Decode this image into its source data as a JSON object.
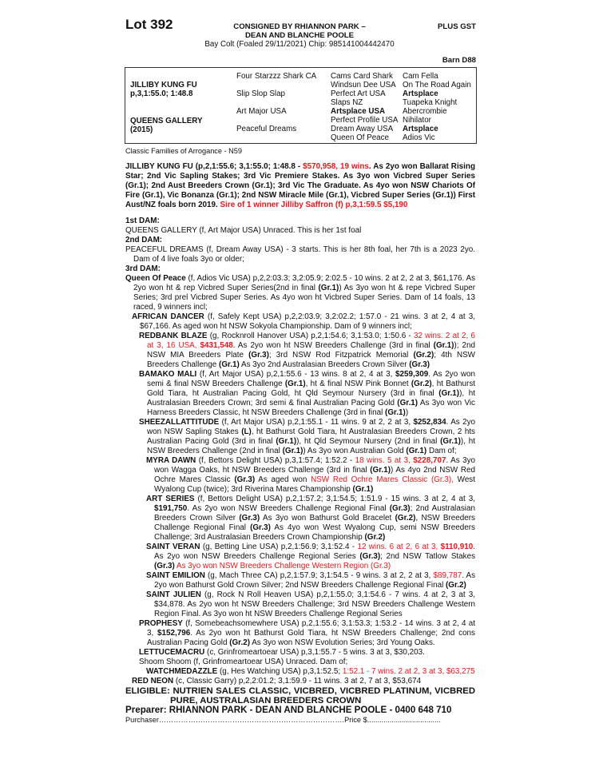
{
  "header": {
    "lot": "Lot 392",
    "consignor_line1": "CONSIGNED BY RHIANNON PARK –",
    "consignor_line2": "DEAN AND BLANCHE POOLE",
    "gst": "PLUS GST",
    "description": "Bay Colt (Foaled 29/11/2021) Chip: 985141004442470",
    "barn": "Barn D88"
  },
  "pedigree": {
    "sire": "JILLIBY KUNG FU",
    "sire_record": "p,3,1:55.0; 1:48.8",
    "dam": "QUEENS GALLERY",
    "dam_year": "(2015)",
    "gen2": [
      "Four Starzzz Shark CA",
      "Slip Slop Slap",
      "Art Major USA",
      "Peaceful Dreams"
    ],
    "gen3": [
      "Cams Card Shark",
      "Windsun Dee USA",
      "Perfect Art USA",
      "Slaps NZ",
      "Artsplace USA",
      "Perfect Profile USA",
      "Dream Away USA",
      "Queen Of Peace"
    ],
    "gen4": [
      "Cam Fella",
      "On The Road Again",
      "Artsplace",
      "Tuapeka Knight",
      "Abercrombie",
      "Nihilator",
      "Artsplace",
      "Adios Vic"
    ]
  },
  "family": "Classic Families of Arrogance - N59",
  "sire_para": [
    {
      "t": "JILLIBY KUNG FU (p,2,1:55.6; 3,1:55.0; 1:48.8 - ",
      "s": "b"
    },
    {
      "t": "$570,958, 19 wins",
      "s": "rb"
    },
    {
      "t": ". As 2yo won Ballarat Rising Star; 2nd Vic Sapling Stakes; 3rd Vic Premiere Stakes. As 3yo won Vicbred Super Series (Gr.1); 2nd Aust Breeders Crown (Gr.1); 3rd Vic The Graduate. As 4yo won NSW Chariots Of Fire (Gr.1), Vic Bonanza (Gr.1); 2nd NSW Miracle Mile (Gr.1), Vicbred Super Series (Gr.1)) First Aust/NZ foals born 2019. ",
      "s": "b"
    },
    {
      "t": "Sire of 1 winner Jilliby Saffron (f) p,3,1:59.5 $5,190",
      "s": "rb"
    }
  ],
  "dam1": {
    "heading": "1st DAM:",
    "text": " QUEENS GALLERY (f, Art Major USA) Unraced. This is her 1st foal"
  },
  "dam2": {
    "heading": "2nd DAM:",
    "text": " PEACEFUL DREAMS (f, Dream Away USA) - 3 starts. This is her 8th foal, her 7th is a 2023 2yo. Dam of 4 live foals 3yo or older;"
  },
  "dam3": {
    "heading": "3rd DAM:",
    "entries": [
      {
        "level": 0,
        "segs": [
          {
            "t": "Queen Of Peace",
            "s": "b"
          },
          {
            "t": " (f, Adios Vic USA) p,2,2:03.3; 3,2:05.9; 2:02.5 - 10 wins. 2 at 2, 2 at 3, $61,176. As 2yo won ht & rep Vicbred Super Series(2nd in final ",
            "s": ""
          },
          {
            "t": "(Gr.1)",
            "s": "b"
          },
          {
            "t": ") As 3yo won ht & repe Vicbred Super Series; 3rd prel Vicbred Super Series. As 4yo won ht Vicbred Super Series. Dam of 14 foals, 13 raced, 9 winners incl;",
            "s": ""
          }
        ]
      },
      {
        "level": 1,
        "segs": [
          {
            "t": "AFRICAN DANCER",
            "s": "b"
          },
          {
            "t": " (f, Safely Kept USA) p,2,2:03.9; 3,2:02.2; 1:57.0 - 21 wins. 3 at 2, 4 at 3, $67,166. As aged won ht NSW Sokyola Championship. Dam of 9 winners incl;",
            "s": ""
          }
        ]
      },
      {
        "level": 2,
        "segs": [
          {
            "t": "REDBANK BLAZE",
            "s": "b"
          },
          {
            "t": " (g, Rocknroll Hanover USA) p,2,1:54.6; 3,1:53.0; 1:50.6 - ",
            "s": ""
          },
          {
            "t": "32 wins. 2 at 2, 6 at 3, 16 USA, ",
            "s": "r"
          },
          {
            "t": "$431,548",
            "s": "rb"
          },
          {
            "t": ". As 2yo won ht NSW Breeders Challenge (3rd in final ",
            "s": ""
          },
          {
            "t": "(Gr.1)",
            "s": "b"
          },
          {
            "t": "); 2nd NSW MIA Breeders Plate ",
            "s": ""
          },
          {
            "t": "(Gr.3)",
            "s": "b"
          },
          {
            "t": "; 3rd NSW Rod Fitzpatrick Memorial ",
            "s": ""
          },
          {
            "t": "(Gr.2)",
            "s": "b"
          },
          {
            "t": "; 4th NSW Breeders Challenge ",
            "s": ""
          },
          {
            "t": "(Gr.1)",
            "s": "b"
          },
          {
            "t": " As 3yo 2nd Australasian Breeders Crown Silver ",
            "s": ""
          },
          {
            "t": "(Gr.3)",
            "s": "b"
          }
        ]
      },
      {
        "level": 2,
        "segs": [
          {
            "t": "BAMAKO MALI",
            "s": "b"
          },
          {
            "t": " (f, Art Major USA) p,2,1:55.6 - 13 wins. 8 at 2, 4 at 3, ",
            "s": ""
          },
          {
            "t": "$259,309",
            "s": "b"
          },
          {
            "t": ". As 2yo won semi & final NSW Breeders Challenge ",
            "s": ""
          },
          {
            "t": "(Gr.1)",
            "s": "b"
          },
          {
            "t": ", ht & final NSW Pink Bonnet ",
            "s": ""
          },
          {
            "t": "(Gr.2)",
            "s": "b"
          },
          {
            "t": ", ht Bathurst Gold Tiara, ht Australian Pacing Gold, ht Qld Seymour Nursery (3rd in final ",
            "s": ""
          },
          {
            "t": "(Gr.1)",
            "s": "b"
          },
          {
            "t": "), ht Australasian Breeders Crown; 3rd semi & final Australian Pacing Gold ",
            "s": ""
          },
          {
            "t": "(Gr.1)",
            "s": "b"
          },
          {
            "t": " As 3yo won Vic Harness Breeders Classic, ht NSW Breeders Challenge (3rd in final ",
            "s": ""
          },
          {
            "t": "(Gr.1)",
            "s": "b"
          },
          {
            "t": ")",
            "s": ""
          }
        ]
      },
      {
        "level": 2,
        "segs": [
          {
            "t": "SHEEZALLATTITUDE",
            "s": "b"
          },
          {
            "t": " (f, Art Major USA) p,2,1:55.1 - 11 wins. 9 at 2, 2 at 3, ",
            "s": ""
          },
          {
            "t": "$252,834",
            "s": "b"
          },
          {
            "t": ". As 2yo won NSW Sapling Stakes ",
            "s": ""
          },
          {
            "t": "(L)",
            "s": "b"
          },
          {
            "t": ", ht Bathurst Gold Tiara, ht Australasian Breeders Crown, 2 hts Australian Pacing Gold (3rd in final ",
            "s": ""
          },
          {
            "t": "(Gr.1)",
            "s": "b"
          },
          {
            "t": "), ht Qld Seymour Nursery (2nd in final ",
            "s": ""
          },
          {
            "t": "(Gr.1)",
            "s": "b"
          },
          {
            "t": "), ht NSW Breeders Challenge (2nd in final ",
            "s": ""
          },
          {
            "t": "(Gr.1)",
            "s": "b"
          },
          {
            "t": ") As 3yo won Australian Gold ",
            "s": ""
          },
          {
            "t": "(Gr.1)",
            "s": "b"
          },
          {
            "t": " Dam of;",
            "s": ""
          }
        ]
      },
      {
        "level": 3,
        "segs": [
          {
            "t": "MYRA DAWN",
            "s": "b"
          },
          {
            "t": " (f, Bettors Delight USA) p,3,1:57.4; 1:52.2 - ",
            "s": ""
          },
          {
            "t": "18 wins. 5 at 3, ",
            "s": "r"
          },
          {
            "t": "$228,707",
            "s": "rb"
          },
          {
            "t": ". As 3yo won Wagga Oaks, ht NSW Breeders Challenge (3rd in final ",
            "s": ""
          },
          {
            "t": "(Gr.1)",
            "s": "b"
          },
          {
            "t": ") As 4yo 2nd NSW Red Ochre Mares Classic ",
            "s": ""
          },
          {
            "t": "(Gr.3)",
            "s": "b"
          },
          {
            "t": " As aged won ",
            "s": ""
          },
          {
            "t": "NSW Red Ochre Mares Classic (Gr.3),",
            "s": "r"
          },
          {
            "t": " West Wyalong Cup (twice); 3rd Riverina Mares Championship ",
            "s": ""
          },
          {
            "t": "(Gr.1)",
            "s": "b"
          }
        ]
      },
      {
        "level": 3,
        "segs": [
          {
            "t": "ART SERIES",
            "s": "b"
          },
          {
            "t": " (f, Bettors Delight USA) p,2,1:57.2; 3,1:54.5; 1:51.9 - 15 wins. 3 at 2, 4 at 3, ",
            "s": ""
          },
          {
            "t": "$191,750",
            "s": "b"
          },
          {
            "t": ". As 2yo won NSW Breeders Challenge Regional Final ",
            "s": ""
          },
          {
            "t": "(Gr.3)",
            "s": "b"
          },
          {
            "t": "; 2nd Australasian Breeders Crown Silver ",
            "s": ""
          },
          {
            "t": "(Gr.3)",
            "s": "b"
          },
          {
            "t": " As 3yo won Bathurst Gold Bracelet ",
            "s": ""
          },
          {
            "t": "(Gr.2)",
            "s": "b"
          },
          {
            "t": ", NSW Breeders Challenge Regional Final ",
            "s": ""
          },
          {
            "t": "(Gr.3)",
            "s": "b"
          },
          {
            "t": " As 4yo won West Wyalong Cup, semi NSW Breeders Challenge; 3rd Australasian Breeders Crown Championship ",
            "s": ""
          },
          {
            "t": "(Gr.2)",
            "s": "b"
          }
        ]
      },
      {
        "level": 3,
        "segs": [
          {
            "t": "SAINT VERAN",
            "s": "b"
          },
          {
            "t": " (g, Betting Line USA) p,2,1:56.9; 3,1:52.4 - ",
            "s": ""
          },
          {
            "t": "12 wins. 6 at 2, 6 at 3, ",
            "s": "r"
          },
          {
            "t": "$110,910",
            "s": "rb"
          },
          {
            "t": ". As 2yo won NSW Breeders Challenge Regional Series ",
            "s": ""
          },
          {
            "t": "(Gr.3)",
            "s": "b"
          },
          {
            "t": "; 2nd NSW Tatlow Stakes ",
            "s": ""
          },
          {
            "t": "(Gr.3)",
            "s": "b"
          },
          {
            "t": " ",
            "s": ""
          },
          {
            "t": "As 3yo won NSW Breeders Challenge Western Region (Gr.3)",
            "s": "r"
          }
        ]
      },
      {
        "level": 3,
        "segs": [
          {
            "t": "SAINT EMILION",
            "s": "b"
          },
          {
            "t": " (g, Mach Three CA) p,2,1:57.9; 3,1:54.5 - 9 wins. 3 at 2, 2 at 3, ",
            "s": ""
          },
          {
            "t": "$89,787",
            "s": "r"
          },
          {
            "t": ". As 2yo won Bathurst Gold Crown Silver; 2nd NSW Breeders Challenge Regional Final ",
            "s": ""
          },
          {
            "t": "(Gr.2)",
            "s": "b"
          }
        ]
      },
      {
        "level": 3,
        "segs": [
          {
            "t": "SAINT JULIEN",
            "s": "b"
          },
          {
            "t": " (g, Rock N Roll Heaven USA) p,2,1:55.0; 3,1:54.6 - 7 wins. 4 at 2, 3 at 3, $34,878. As 2yo won ht NSW Breeders Challenge; 3rd NSW Breeders Challenge Western Region Final. As 3yo won ht NSW Breeders Challenge Regional Series",
            "s": ""
          }
        ]
      },
      {
        "level": 2,
        "segs": [
          {
            "t": "PROPHESY",
            "s": "b"
          },
          {
            "t": " (f, Somebeachsomewhere USA) p,2,1:55.6; 3,1:53.3; 1:53.2 - 14 wins. 3 at 2, 4 at 3, ",
            "s": ""
          },
          {
            "t": "$152,796",
            "s": "b"
          },
          {
            "t": ". As 2yo won ht Bathurst Gold Tiara, ht NSW Breeders Challenge; 2nd cons Australian Pacing Gold ",
            "s": ""
          },
          {
            "t": "(Gr.2)",
            "s": "b"
          },
          {
            "t": " As 3yo won NSW Evolution Series; 3rd Young Oaks.",
            "s": ""
          }
        ]
      },
      {
        "level": 2,
        "segs": [
          {
            "t": "LETTUCEMACRU",
            "s": "b"
          },
          {
            "t": " (c, Grinfromeartoear USA) p,3,1:55.7 - 5 wins. 3 at 3, $30,203.",
            "s": ""
          }
        ]
      },
      {
        "level": 2,
        "segs": [
          {
            "t": "Shoom Shoom (f, Grinfromeartoear USA) Unraced. Dam of;",
            "s": ""
          }
        ]
      },
      {
        "level": 3,
        "segs": [
          {
            "t": "WATCHMEDAZZLE",
            "s": "b"
          },
          {
            "t": " (g, Hes Watching USA) p,3,1:52.5; ",
            "s": ""
          },
          {
            "t": "1:52.1 - 7 wins. 2 at 2, 3 at 3, $63,275",
            "s": "r"
          }
        ]
      },
      {
        "level": 1,
        "segs": [
          {
            "t": "RED NEON",
            "s": "b"
          },
          {
            "t": " (c, Classic Garry) p,2,2:01.2; 3,1:59.9 - 11 wins. 3 at 2, 7 at 3, $53,674",
            "s": ""
          }
        ]
      }
    ]
  },
  "eligible": "ELIGIBLE: NUTRIEN SALES CLASSIC, VICBRED, VICBRED PLATINUM, VICBRED PURE, AUSTRALASIAN BREEDERS CROWN",
  "preparer": "Preparer: RHIANNON PARK - DEAN AND BLANCHE POOLE - 0400 648 710",
  "purchaser": "Purchaser………………………………………………………………….Price $....................................",
  "colors": {
    "accent_red": "#e8161b",
    "text": "#111111"
  }
}
